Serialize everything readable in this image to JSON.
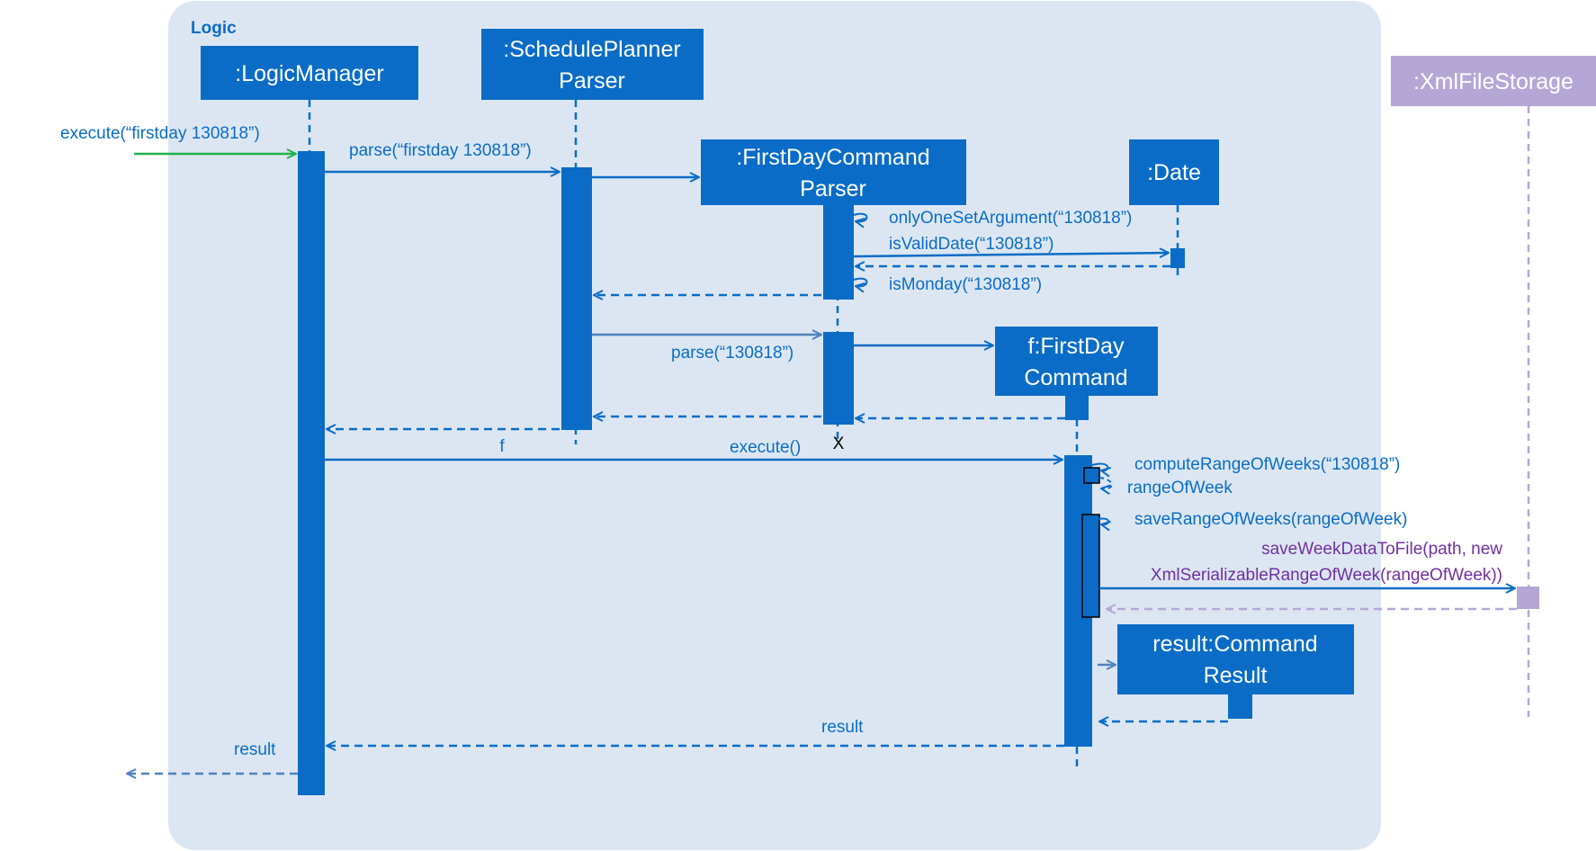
{
  "frame": {
    "title": "Logic"
  },
  "colors": {
    "frame_bg": "#dce6f2",
    "primary": "#0a6cc6",
    "storage": "#b4a7d6",
    "storage_text": "#7030a0",
    "found_arrow": "#22b14c",
    "return_arrow": "#4f81bd"
  },
  "participants": {
    "logic_manager": ":LogicManager",
    "planner_parser_1": ":SchedulePlanner",
    "planner_parser_2": "Parser",
    "firstday_parser_1": ":FirstDayCommand",
    "firstday_parser_2": "Parser",
    "date": ":Date",
    "firstday_command_1": "f:FirstDay",
    "firstday_command_2": "Command",
    "command_result_1": "result:Command",
    "command_result_2": "Result",
    "xml_storage": ":XmlFileStorage"
  },
  "messages": {
    "execute_in": "execute(“firstday 130818”)",
    "parse_full": "parse(“firstday 130818”)",
    "only_one_set": "onlyOneSetArgument(“130818”)",
    "is_valid_date": "isValidDate(“130818”)",
    "is_monday": "isMonday(“130818”)",
    "parse_arg": "parse(“130818”)",
    "return_f": "f",
    "execute": "execute()",
    "destroy": "X",
    "compute_range": "computeRangeOfWeeks(“130818”)",
    "range_of_week": "rangeOfWeek",
    "save_range": "saveRangeOfWeeks(rangeOfWeek)",
    "save_week_1": "saveWeekDataToFile(path, new",
    "save_week_2": "XmlSerializableRangeOfWeek(rangeOfWeek))",
    "return_result": "result",
    "return_result_out": "result"
  }
}
